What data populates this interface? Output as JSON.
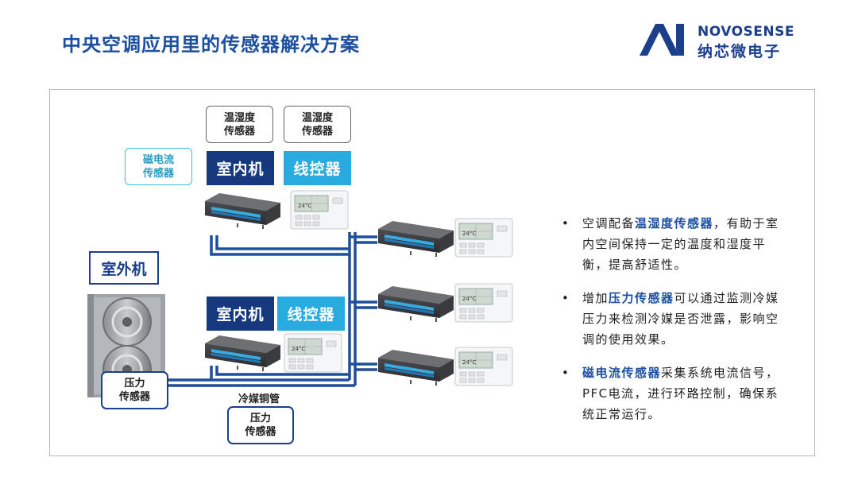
{
  "title": "中央空调应用里的传感器解决方案",
  "logo": {
    "en": "NOVOSENSE",
    "cn": "纳芯微电子"
  },
  "labels": {
    "temp_humidity_1": "温湿度\n传感器",
    "temp_humidity_2": "温湿度\n传感器",
    "magnetic_current": "磁电流\n传感器",
    "indoor_unit_1": "室内机",
    "wire_controller_1": "线控器",
    "indoor_unit_2": "室内机",
    "wire_controller_2": "线控器",
    "outdoor_unit": "室外机",
    "pressure_1": "压力\n传感器",
    "pressure_2": "压力\n传感器",
    "refrigerant_pipe": "冷媒铜管",
    "display_temp": "24°C"
  },
  "bullets": [
    {
      "pre": "空调配备",
      "hl": "温湿度传感器",
      "post": "，有助于室内空间保持一定的温度和湿度平衡，提高舒适性。"
    },
    {
      "pre": "增加",
      "hl": "压力传感器",
      "post": "可以通过监测冷媒压力来检测冷媒是否泄露，影响空调的使用效果。"
    },
    {
      "pre": "",
      "hl": "磁电流传感器",
      "post": "采集系统电流信号，PFC电流，进行环路控制，确保系统正常运行。"
    }
  ],
  "colors": {
    "navy": "#16397e",
    "cyan": "#2aabe0",
    "pipe": "#1f4e9a",
    "title": "#1c4fa0"
  }
}
